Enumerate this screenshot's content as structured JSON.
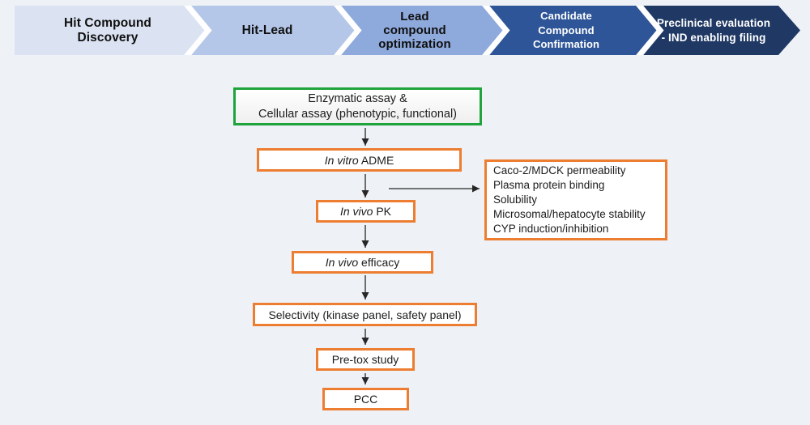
{
  "banner": {
    "stages": [
      {
        "label": "Hit Compound Discovery",
        "lines": [
          "Hit Compound",
          "Discovery"
        ],
        "color": "#dbe3f3",
        "text_color": "#0f0f0f"
      },
      {
        "label": "Hit-Lead",
        "lines": [
          "Hit-Lead"
        ],
        "color": "#b5c7e8",
        "text_color": "#0f0f0f"
      },
      {
        "label": "Lead compound optimization",
        "lines": [
          "Lead",
          "compound",
          "optimization"
        ],
        "color": "#8ea9db",
        "text_color": "#0f0f0f"
      },
      {
        "label": "Candidate Compound Confirmation",
        "lines": [
          "Candidate",
          "Compound",
          "Confirmation"
        ],
        "color": "#2e5597",
        "text_color": "#ffffff"
      },
      {
        "label": "Preclinical evaluation - IND enabling filing",
        "lines": [
          "Preclinical evaluation",
          "- IND enabling filing"
        ],
        "color": "#1f3864",
        "text_color": "#ffffff"
      }
    ]
  },
  "flowchart": {
    "enzymatic_box": {
      "lines": [
        "Enzymatic assay &",
        "Cellular assay (phenotypic, functional)"
      ]
    },
    "in_vitro_adme": {
      "em": "In vitro",
      "text": " ADME"
    },
    "in_vivo_pk": {
      "em": "In vivo",
      "text": " PK"
    },
    "in_vivo_efficacy": {
      "em": "In vivo",
      "text": " efficacy"
    },
    "selectivity": {
      "text": "Selectivity (kinase panel, safety panel)"
    },
    "pretox": {
      "text": "Pre-tox study"
    },
    "pcc": {
      "text": "PCC"
    },
    "adme_details": {
      "items": [
        "Caco-2/MDCK permeability",
        "Plasma protein binding",
        "Solubility",
        "Microsomal/hepatocyte stability",
        "CYP induction/inhibition"
      ]
    }
  },
  "colors": {
    "page_background": "#eef1f6",
    "chevron_separator": "#ffffff",
    "orange_border": "#ed7d31",
    "green_border": "#1fa33c",
    "arrow": "#262626"
  }
}
